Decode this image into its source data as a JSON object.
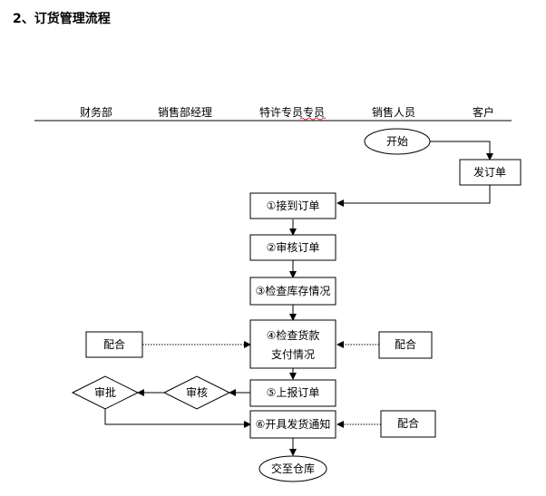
{
  "title": "2、订货管理流程",
  "lanes": [
    "财务部",
    "销售部经理",
    "特许专员专员",
    "销售人员",
    "客户"
  ],
  "nodes": {
    "start": "开始",
    "place_order": "发订单",
    "receive_order": "①接到订单",
    "review_order": "②审核订单",
    "check_stock": "③检查库存情况",
    "check_payment_line1": "④检查货款",
    "check_payment_line2": "支付情况",
    "report_order": "⑤上报订单",
    "issue_notice": "⑥开具发货通知",
    "to_warehouse": "交至仓库",
    "cooperate_finance": "配合",
    "cooperate_sales_a": "配合",
    "cooperate_sales_b": "配合",
    "review_decision": "审核",
    "approve_decision": "审批"
  }
}
